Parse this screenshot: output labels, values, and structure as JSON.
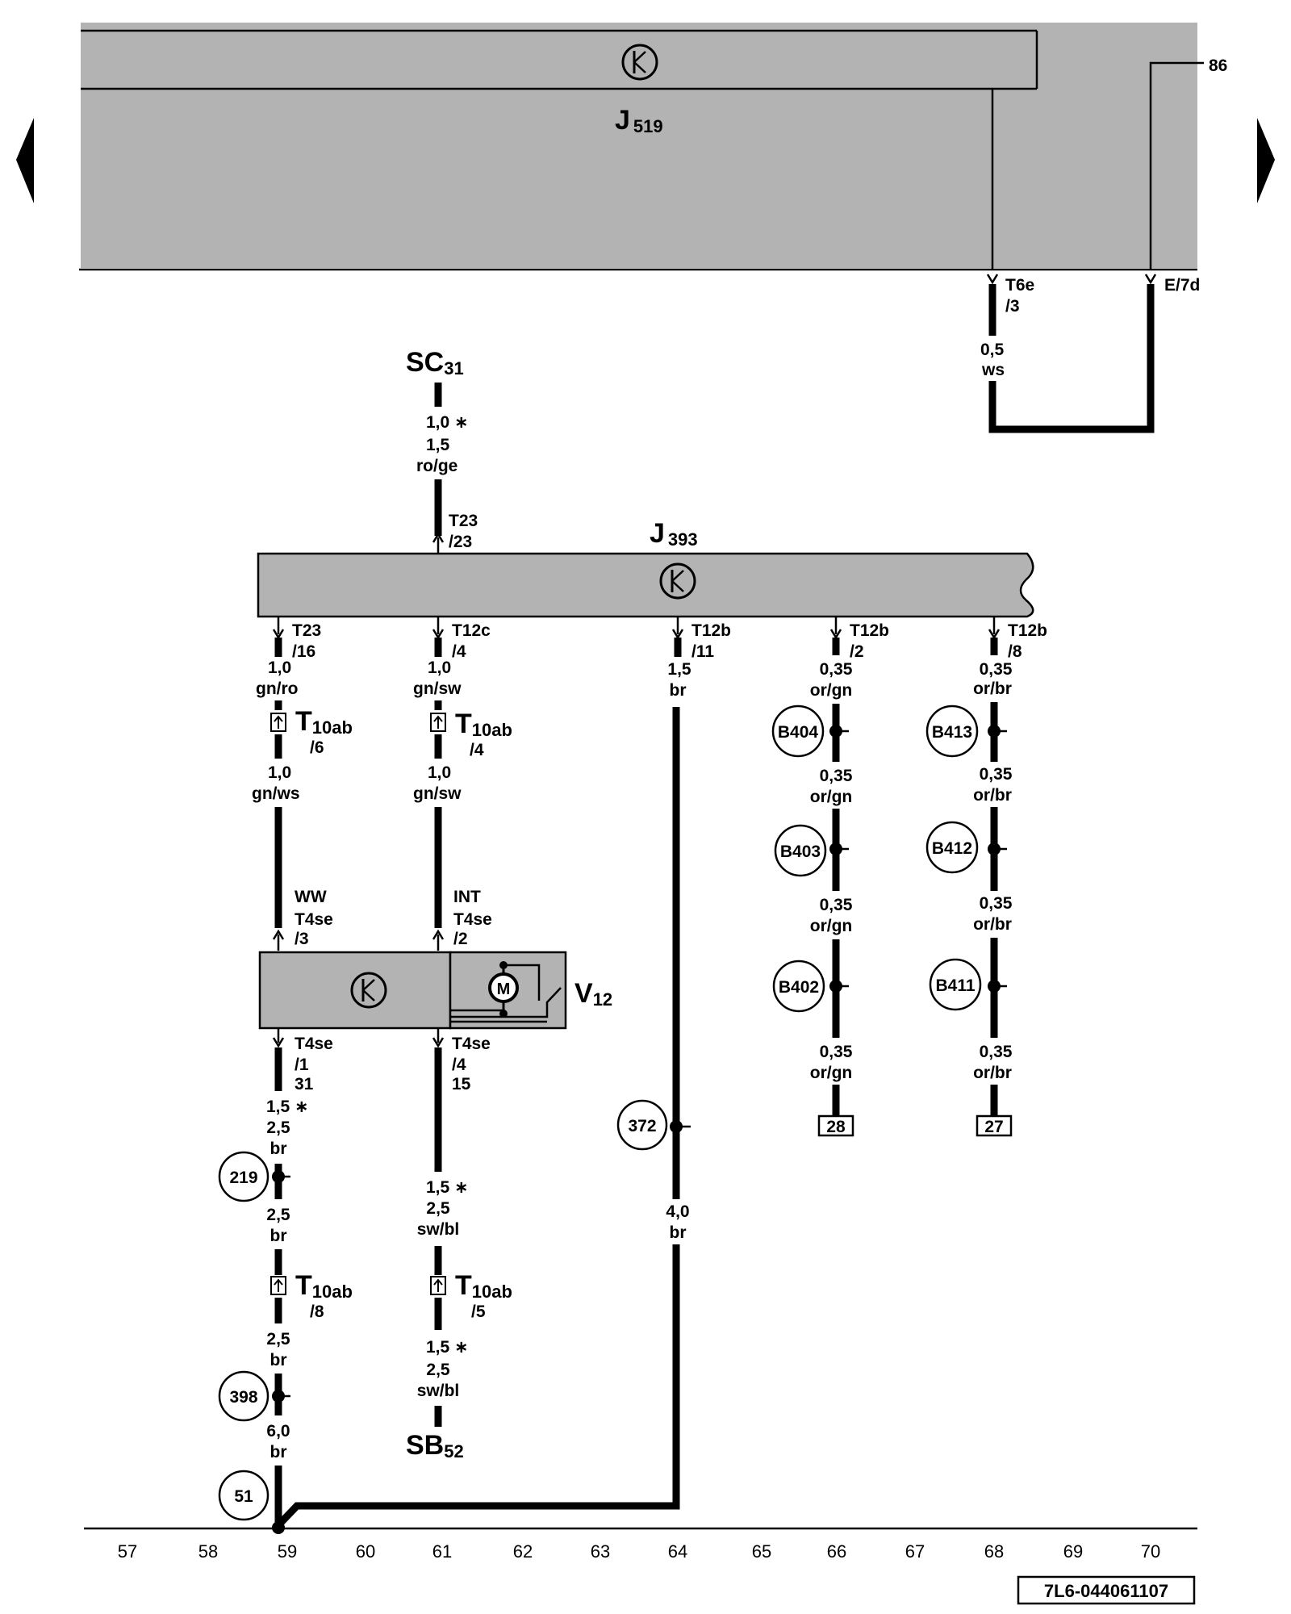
{
  "navigation": {
    "prev_arrow_icon": "triangle-left-icon",
    "next_arrow_icon": "triangle-right-icon"
  },
  "components": {
    "j519": {
      "letter": "J",
      "num": "519"
    },
    "j393": {
      "letter": "J",
      "num": "393"
    },
    "v12": {
      "letter": "V",
      "num": "12"
    },
    "sc31": {
      "letter": "SC",
      "num": "31"
    },
    "sb52": {
      "letter": "SB",
      "num": "52"
    },
    "ecu_symbol_icon": "control-unit-icon",
    "motor_label": "M"
  },
  "terminals": {
    "t86": "86",
    "t6e_a": "T6e",
    "t6e_b": "/3",
    "e7d": "E/7d",
    "t23_23_a": "T23",
    "t23_23_b": "/23",
    "t23_16_a": "T23",
    "t23_16_b": "/16",
    "t12c_4_a": "T12c",
    "t12c_4_b": "/4",
    "t12b_11_a": "T12b",
    "t12b_11_b": "/11",
    "t12b_2_a": "T12b",
    "t12b_2_b": "/2",
    "t12b_8_a": "T12b",
    "t12b_8_b": "/8",
    "ww": "WW",
    "t4se_3_a": "T4se",
    "t4se_3_b": "/3",
    "int": "INT",
    "t4se_2_a": "T4se",
    "t4se_2_b": "/2",
    "t4se_1_a": "T4se",
    "t4se_1_b": "/1",
    "t4se_1_c": "31",
    "t4se_4_a": "T4se",
    "t4se_4_b": "/4",
    "t4se_4_c": "15"
  },
  "connectors": {
    "t10ab_6": {
      "letter": "T",
      "sub": "10ab",
      "pin": "/6"
    },
    "t10ab_4": {
      "letter": "T",
      "sub": "10ab",
      "pin": "/4"
    },
    "t10ab_8": {
      "letter": "T",
      "sub": "10ab",
      "pin": "/8"
    },
    "t10ab_5": {
      "letter": "T",
      "sub": "10ab",
      "pin": "/5"
    }
  },
  "wires": {
    "w_ws_a": "0,5",
    "w_ws_b": "ws",
    "w_sc_a": "1,0 ∗",
    "w_sc_b": "1,5",
    "w_sc_c": "ro/ge",
    "w_gnro_a": "1,0",
    "w_gnro_b": "gn/ro",
    "w_gnws_a": "1,0",
    "w_gnws_b": "gn/ws",
    "w_gnsw1_a": "1,0",
    "w_gnsw1_b": "gn/sw",
    "w_gnsw2_a": "1,0",
    "w_gnsw2_b": "gn/sw",
    "w_br15_a": "1,5",
    "w_br15_b": "br",
    "w_org1_a": "0,35",
    "w_org1_b": "or/gn",
    "w_org2_a": "0,35",
    "w_org2_b": "or/gn",
    "w_org3_a": "0,35",
    "w_org3_b": "or/gn",
    "w_org4_a": "0,35",
    "w_org4_b": "or/gn",
    "w_orb1_a": "0,35",
    "w_orb1_b": "or/br",
    "w_orb2_a": "0,35",
    "w_orb2_b": "or/br",
    "w_orb3_a": "0,35",
    "w_orb3_b": "or/br",
    "w_orb4_a": "0,35",
    "w_orb4_b": "or/br",
    "w_br25a_a": "1,5 ∗",
    "w_br25a_b": "2,5",
    "w_br25a_c": "br",
    "w_br25b_a": "2,5",
    "w_br25b_b": "br",
    "w_br25c_a": "2,5",
    "w_br25c_b": "br",
    "w_br60_a": "6,0",
    "w_br60_b": "br",
    "w_swbl1_a": "1,5 ∗",
    "w_swbl1_b": "2,5",
    "w_swbl1_c": "sw/bl",
    "w_swbl2_a": "1,5 ∗",
    "w_swbl2_b": "2,5",
    "w_swbl2_c": "sw/bl",
    "w_br40_a": "4,0",
    "w_br40_b": "br"
  },
  "points": {
    "b404": "B404",
    "b403": "B403",
    "b402": "B402",
    "b413": "B413",
    "b412": "B412",
    "b411": "B411",
    "p372": "372",
    "p219": "219",
    "p398": "398",
    "p51": "51"
  },
  "references": {
    "r28": "28",
    "r27": "27"
  },
  "grid": [
    "57",
    "58",
    "59",
    "60",
    "61",
    "62",
    "63",
    "64",
    "65",
    "66",
    "67",
    "68",
    "69",
    "70"
  ],
  "doc_code": "7L6-044061107"
}
